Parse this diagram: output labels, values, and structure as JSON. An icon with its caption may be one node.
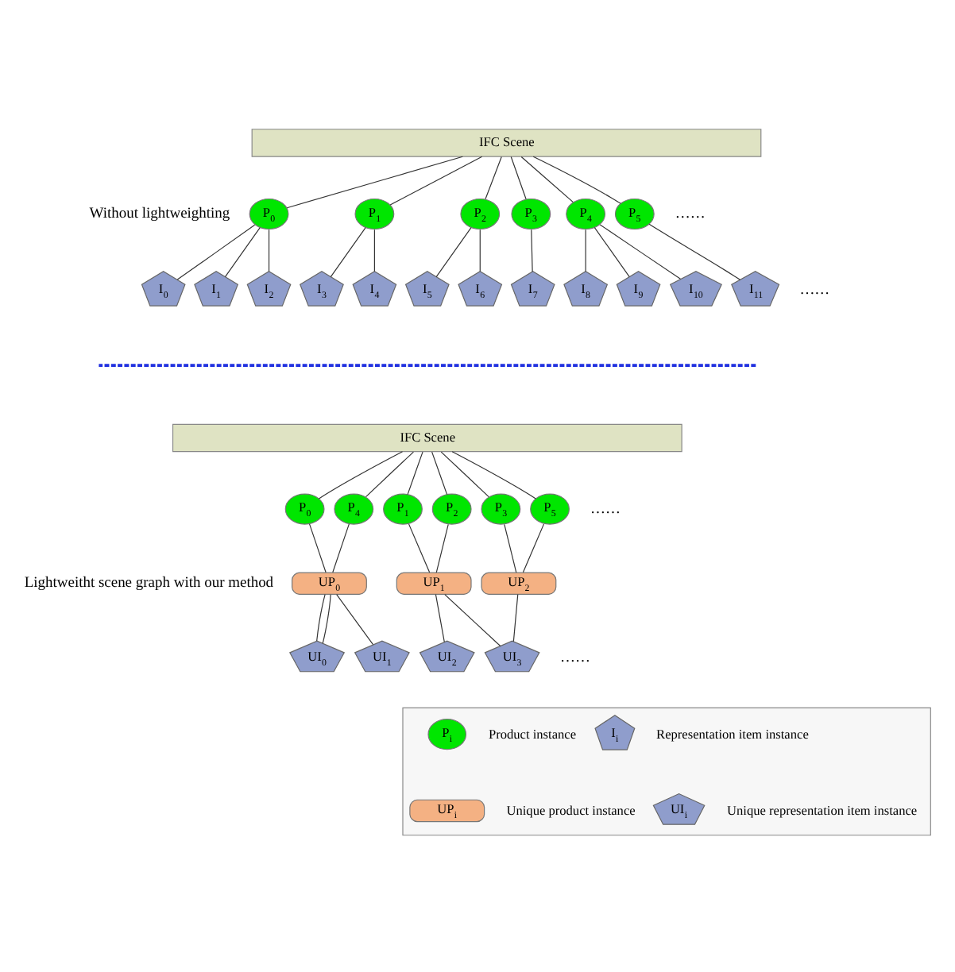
{
  "diagram": {
    "nodes": [
      {
        "text": [
          "IFC Scene"
        ]
      },
      {
        "text": [
          "P$_{0}$"
        ]
      },
      {
        "text": [
          "P$_{1}$"
        ]
      },
      {
        "text": [
          "P$_{2}$"
        ]
      },
      {
        "text": [
          "P$_{3}$"
        ]
      },
      {
        "text": [
          "P$_{4}$"
        ]
      },
      {
        "text": [
          "P$_{5}$"
        ]
      },
      {
        "text": [
          "I$_{0}$"
        ]
      },
      {
        "text": [
          "I$_{1}$"
        ]
      },
      {
        "text": [
          "I$_{2}$"
        ]
      },
      {
        "text": [
          "I$_{3}$"
        ]
      },
      {
        "text": [
          "I$_{4}$"
        ]
      },
      {
        "text": [
          "I$_{5}$"
        ]
      },
      {
        "text": [
          "I$_{6}$"
        ]
      },
      {
        "text": [
          "I$_{7}$"
        ]
      },
      {
        "text": [
          "I$_{8}$"
        ]
      },
      {
        "text": [
          "I$_{9}$"
        ]
      },
      {
        "text": [
          "I$_{10}$"
        ]
      },
      {
        "text": [
          "I$_{11}$"
        ]
      },
      {
        "text": [
          "IFC Scene"
        ]
      },
      {
        "text": [
          "P$_{0}$"
        ]
      },
      {
        "text": [
          "P$_{4}$"
        ]
      },
      {
        "text": [
          "P$_{1}$"
        ]
      },
      {
        "text": [
          "P$_{2}$"
        ]
      },
      {
        "text": [
          "P$_{3}$"
        ]
      },
      {
        "text": [
          "P$_{5}$"
        ]
      },
      {
        "text": [
          "UP$_{0}$"
        ]
      },
      {
        "text": [
          "UP$_{1}$"
        ]
      },
      {
        "text": [
          "UP$_{2}$"
        ]
      },
      {
        "text": [
          "UI$_{0}$"
        ]
      },
      {
        "text": [
          "UI$_{1}$"
        ]
      },
      {
        "text": [
          "UI$_{2}$"
        ]
      },
      {
        "text": [
          "UI$_{3}$"
        ]
      },
      {
        "text": [],
        "shape": "box"
      },
      {
        "text": [
          "P$_{i}$"
        ],
        "in": 33
      },
      {
        "text": [
          "UP$_{i}$"
        ],
        "in": 33
      },
      {
        "text": [
          "I$_{i}$"
        ],
        "in": 33
      },
      {
        "text": [
          "UI$_{i}$"
        ],
        "in": 33
      }
    ],
    "edges": [
      {
        "from": 0,
        "to": 1,
        "arrow": "none"
      },
      {
        "from": 0,
        "to": 2,
        "arrow": "none"
      },
      {
        "from": 0,
        "to": 3,
        "arrow": "none"
      },
      {
        "from": 0,
        "to": 4,
        "arrow": "none"
      },
      {
        "from": 0,
        "to": 5,
        "arrow": "none"
      },
      {
        "from": 0,
        "to": 6,
        "arrow": "none"
      },
      {
        "from": 1,
        "to": 7,
        "arrow": "none"
      },
      {
        "from": 1,
        "to": 8,
        "arrow": "none"
      },
      {
        "from": 1,
        "to": 9,
        "arrow": "none"
      },
      {
        "from": 2,
        "to": 10,
        "arrow": "none"
      },
      {
        "from": 2,
        "to": 11,
        "arrow": "none"
      },
      {
        "from": 3,
        "to": 12,
        "arrow": "none"
      },
      {
        "from": 3,
        "to": 13,
        "arrow": "none"
      },
      {
        "from": 4,
        "to": 14,
        "arrow": "none"
      },
      {
        "from": 5,
        "to": 15,
        "arrow": "none"
      },
      {
        "from": 5,
        "to": 16,
        "arrow": "none"
      },
      {
        "from": 5,
        "to": 17,
        "arrow": "none"
      },
      {
        "from": 6,
        "to": 18,
        "arrow": "none"
      },
      {
        "from": 19,
        "to": 20,
        "arrow": "none"
      },
      {
        "from": 19,
        "to": 21,
        "arrow": "none"
      },
      {
        "from": 19,
        "to": 22,
        "arrow": "none"
      },
      {
        "from": 19,
        "to": 23,
        "arrow": "none"
      },
      {
        "from": 19,
        "to": 24,
        "arrow": "none"
      },
      {
        "from": 19,
        "to": 25,
        "arrow": "none"
      },
      {
        "from": 20,
        "to": 26,
        "arrow": "none"
      },
      {
        "from": 21,
        "to": 26,
        "arrow": "none"
      },
      {
        "from": 22,
        "to": 27,
        "arrow": "none"
      },
      {
        "from": 23,
        "to": 27,
        "arrow": "none"
      },
      {
        "from": 24,
        "to": 28,
        "arrow": "none"
      },
      {
        "from": 25,
        "to": 28,
        "arrow": "none"
      },
      {
        "from": 26,
        "to": 29,
        "arrow": "none"
      },
      {
        "from": 26,
        "to": 29,
        "arrow": "none"
      },
      {
        "from": 26,
        "to": 30,
        "arrow": "none"
      },
      {
        "from": 27,
        "to": 31,
        "arrow": "none"
      },
      {
        "from": 27,
        "to": 32,
        "arrow": "none"
      },
      {
        "from": 28,
        "to": 32,
        "arrow": "none"
      }
    ],
    "labels": [
      "Without lightweighting",
      "……",
      "……",
      "Lightweitht scene graph with our method",
      "……",
      "……"
    ],
    "legend": [
      {
        "text": "Product instance"
      },
      {
        "text": "Unique product instance"
      },
      {
        "text": "Representation item instance"
      },
      {
        "text": "Unique representation item instance"
      }
    ]
  }
}
